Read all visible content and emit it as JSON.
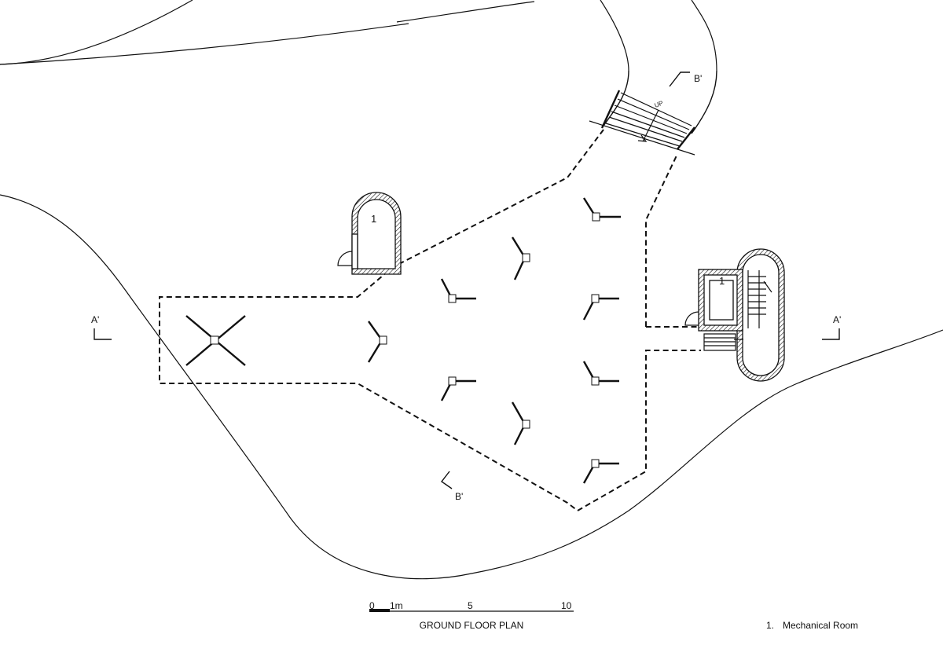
{
  "plan": {
    "title": "GROUND FLOOR PLAN",
    "stair_label": "UP",
    "section_a_left": "A'",
    "section_a_right": "A'",
    "section_b_top": "B'",
    "section_b_bottom": "B'",
    "room_tag_west": "1",
    "room_tag_east": "1"
  },
  "scale_bar": {
    "tick_0": "0",
    "tick_1": "1m",
    "tick_5": "5",
    "tick_10": "10"
  },
  "legend": {
    "items": [
      {
        "number": "1.",
        "label": "Mechanical Room"
      }
    ]
  }
}
